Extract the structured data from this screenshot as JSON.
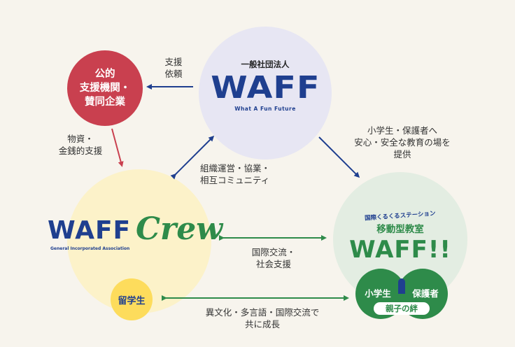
{
  "waff_org": {
    "type_label": "一般社団法人",
    "name": "WAFF",
    "tagline": "What A Fun Future"
  },
  "public_support": {
    "line1": "公的",
    "line2": "支援機関・",
    "line3": "賛同企業"
  },
  "crew": {
    "name": "WAFF",
    "script": "Crew",
    "subtitle": "General Incorporated Association"
  },
  "international_student": {
    "label": "留学生"
  },
  "classroom": {
    "badge": "国際くるくるステーション",
    "type": "移動型教室",
    "name": "WAFF!!",
    "left_label": "小学生",
    "right_label": "保護者",
    "bond_label": "親子の絆"
  },
  "relations": {
    "support_request": {
      "line1": "支援",
      "line2": "依頼"
    },
    "material_support": {
      "line1": "物資・",
      "line2": "金銭的支援"
    },
    "org_mutual": {
      "line1": "組織運営・協業・",
      "line2": "相互コミュニティ"
    },
    "safe_education": {
      "line1": "小学生・保護者へ",
      "line2": "安心・安全な教育の場を",
      "line3": "提供"
    },
    "international_exchange": {
      "line1": "国際交流・",
      "line2": "社会支援"
    },
    "cultural_growth": {
      "line1": "異文化・多言語・国際交流で",
      "line2": "共に成長"
    }
  },
  "colors": {
    "navy": "#1f3f8f",
    "red": "#c9404f",
    "green": "#2e8b4a",
    "yellow": "#fde07a",
    "lavender": "#e7e6f3",
    "cream": "#fcf2c9",
    "mint": "#e3ede2"
  }
}
